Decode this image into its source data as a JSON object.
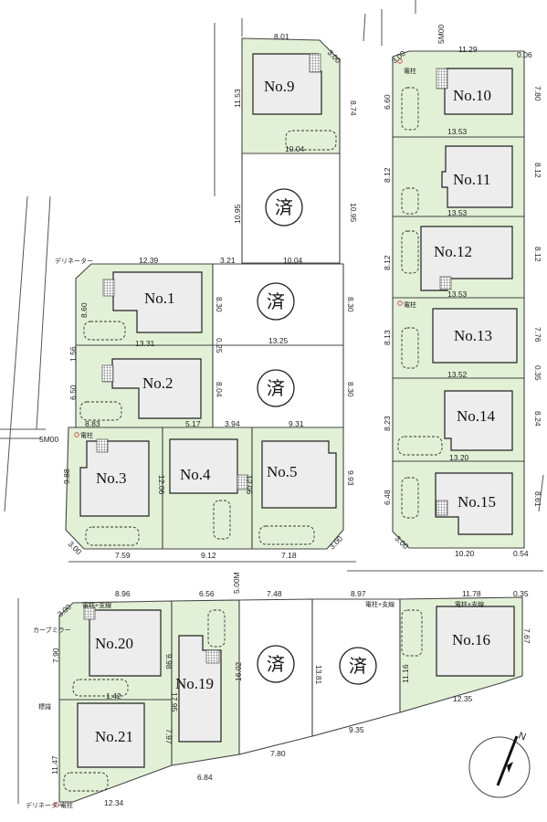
{
  "lots": [
    {
      "id": "9",
      "label": "No.9"
    },
    {
      "id": "10",
      "label": "No.10"
    },
    {
      "id": "11",
      "label": "No.11"
    },
    {
      "id": "12",
      "label": "No.12"
    },
    {
      "id": "13",
      "label": "No.13"
    },
    {
      "id": "14",
      "label": "No.14"
    },
    {
      "id": "15",
      "label": "No.15"
    },
    {
      "id": "1",
      "label": "No.1"
    },
    {
      "id": "2",
      "label": "No.2"
    },
    {
      "id": "3",
      "label": "No.3"
    },
    {
      "id": "4",
      "label": "No.4"
    },
    {
      "id": "5",
      "label": "No.5"
    },
    {
      "id": "16",
      "label": "No.16"
    },
    {
      "id": "19",
      "label": "No.19"
    },
    {
      "id": "20",
      "label": "No.20"
    },
    {
      "id": "21",
      "label": "No.21"
    }
  ],
  "sold_mark": "済",
  "roads": {
    "top": "5M00",
    "left": "5M00",
    "middle": "5.00M"
  },
  "dimensions": [
    "8.01",
    "3.00",
    "11.53",
    "8.74",
    "10.04",
    "10.95",
    "10.95",
    "3.00",
    "11.29",
    "0.06",
    "6.60",
    "7.80",
    "13.53",
    "8.12",
    "8.12",
    "13.53",
    "8.12",
    "8.12",
    "13.53",
    "8.13",
    "7.76",
    "13.52",
    "0.35",
    "8.23",
    "8.24",
    "13.20",
    "6.48",
    "8.61",
    "3.00",
    "10.20",
    "0.54",
    "12.39",
    "3.21",
    "10.04",
    "8.60",
    "8.30",
    "8.30",
    "13.31",
    "0.25",
    "13.25",
    "1.56",
    "6.50",
    "8.04",
    "8.30",
    "8.83",
    "5.17",
    "3.94",
    "9.31",
    "9.88",
    "12.06",
    "12.06",
    "9.93",
    "3.00",
    "7.59",
    "9.12",
    "7.18",
    "3.00",
    "8.96",
    "6.56",
    "7.48",
    "8.97",
    "11.78",
    "0.35",
    "3.00",
    "7.90",
    "9.98",
    "16.02",
    "13.81",
    "11.16",
    "7.67",
    "1.42",
    "17.95",
    "12.35",
    "11.47",
    "7.97",
    "7.80",
    "9.35",
    "6.84",
    "12.34"
  ],
  "notes": {
    "pole": "電柱",
    "pole_support": "電柱+支線",
    "delineator": "デリネーター",
    "curve_mirror": "カーブミラー",
    "marker": "標識"
  },
  "compass": {
    "letter": "N"
  }
}
